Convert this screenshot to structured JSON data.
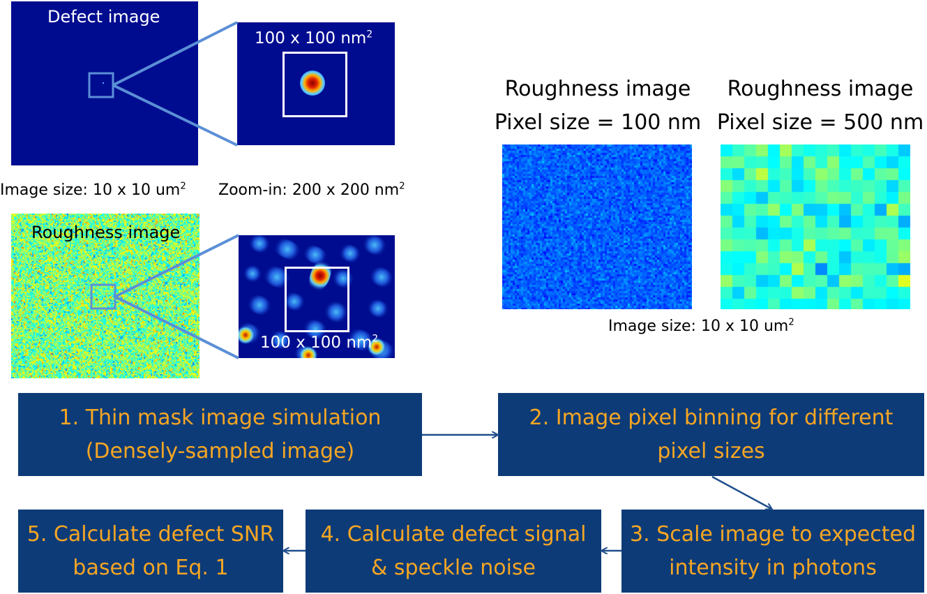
{
  "defect_panel": {
    "title": "Defect image",
    "size_caption_prefix": "Image size: 10 x 10 um",
    "size_caption_exp": "2"
  },
  "defect_zoom": {
    "label_prefix": "100 x 100 nm",
    "label_exp": "2"
  },
  "zoom_caption": {
    "prefix": "Zoom-in: 200 x 200 nm",
    "exp": "2"
  },
  "roughness_panel": {
    "title": "Roughness image"
  },
  "roughness_zoom": {
    "label_prefix": "100 x 100 nm",
    "label_exp": "2"
  },
  "roughness_100": {
    "title": "Roughness image",
    "pixel_size": "Pixel size = 100 nm"
  },
  "roughness_500": {
    "title": "Roughness image",
    "pixel_size": "Pixel size = 500 nm"
  },
  "right_caption": {
    "prefix": "Image size: 10 x 10 um",
    "exp": "2"
  },
  "steps": [
    {
      "line1": "1. Thin mask image simulation",
      "line2": "(Densely-sampled image)"
    },
    {
      "line1": "2. Image pixel binning for different",
      "line2": "pixel sizes"
    },
    {
      "line1": "3. Scale image to expected",
      "line2": "intensity in photons"
    },
    {
      "line1": "4. Calculate defect signal",
      "line2": "& speckle noise"
    },
    {
      "line1": "5. Calculate defect SNR",
      "line2": "based on Eq. 1"
    }
  ],
  "colors": {
    "step_bg": "#0d3b78",
    "step_text": "#f5a623",
    "arrow": "#1f4e8c",
    "zoom_line": "#5b8fd6",
    "map_bg": "#000c90"
  }
}
